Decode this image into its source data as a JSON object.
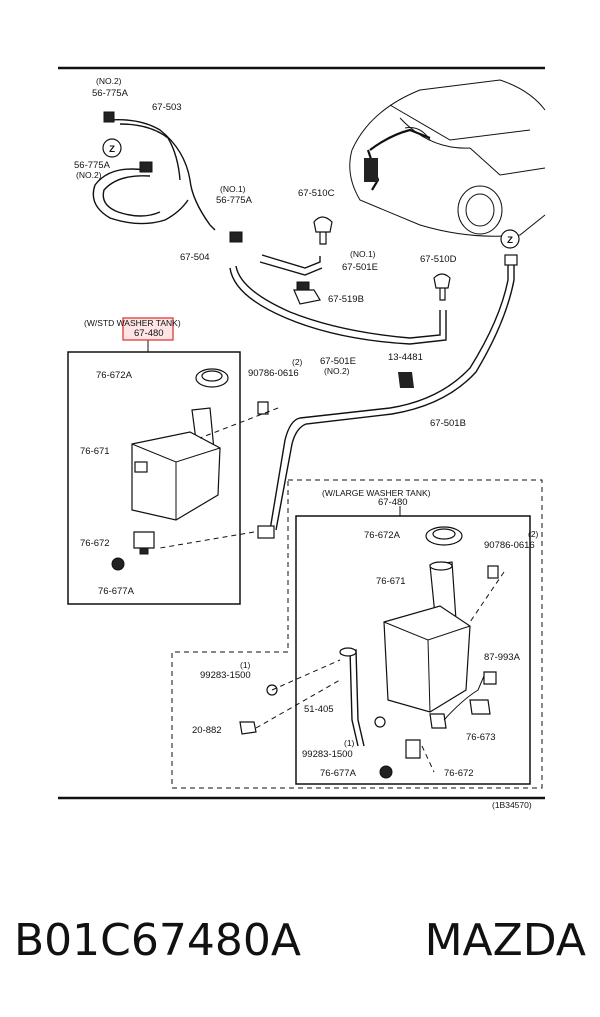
{
  "diagram": {
    "labels": {
      "no2_top": "(NO.2)",
      "p56775a_top": "56-775A",
      "p67503": "67-503",
      "p56775a_mid": "56-775A",
      "no2_mid": "(NO.2)",
      "p67504": "67-504",
      "no1_a": "(NO.1)",
      "p56775a_no1": "56-775A",
      "p67510c": "67-510C",
      "no1_b": "(NO.1)",
      "p67501e_no1": "67-501E",
      "p67510d": "67-510D",
      "p67519b": "67-519B",
      "p67501e_no2": "67-501E",
      "no2_c": "(NO.2)",
      "p134481": "13-4481",
      "p67501b": "67-501B",
      "std_header": "(W/STD WASHER TANK)",
      "p67480_std": "67-480",
      "p76672a_std": "76-672A",
      "qty2_a": "(2)",
      "p90786_std": "90786-0616",
      "p76671_std": "76-671",
      "p76672_std": "76-672",
      "p76677a_std": "76-677A",
      "large_header": "(W/LARGE WASHER TANK)",
      "p67480_large": "67-480",
      "p76672a_large": "76-672A",
      "qty2_b": "(2)",
      "p90786_large": "90786-0616",
      "p76671_large": "76-671",
      "p87993a": "87-993A",
      "qty1_a": "(1)",
      "p99283_a": "99283-1500",
      "p51405": "51-405",
      "p20882": "20-882",
      "qty1_b": "(1)",
      "p99283_b": "99283-1500",
      "p76673": "76-673",
      "p76677a_large": "76-677A",
      "p76672_large": "76-672",
      "ref_code": "(1B34570)",
      "z_marker": "Z"
    }
  },
  "caption": {
    "part_number": "B01C67480A",
    "brand": "MAZDA"
  },
  "colors": {
    "highlight": "#e53935",
    "ink": "#111111"
  }
}
